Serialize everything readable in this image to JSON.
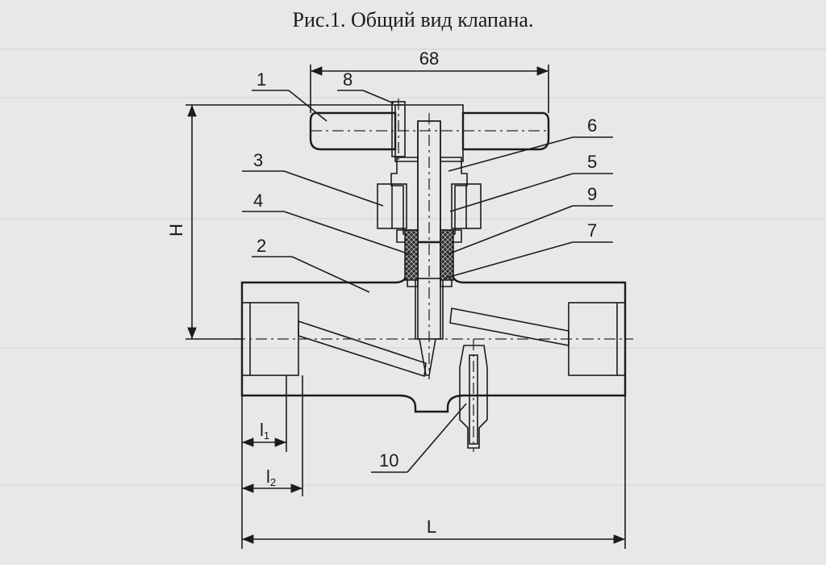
{
  "title": "Рис.1. Общий вид клапана.",
  "dimensions": {
    "width_total": "68",
    "height": "H",
    "length": "L",
    "l1": "l",
    "l1_sub": "1",
    "l2": "l",
    "l2_sub": "2"
  },
  "callouts": [
    "1",
    "2",
    "3",
    "4",
    "5",
    "6",
    "7",
    "8",
    "9",
    "10"
  ],
  "colors": {
    "paper": "#e9e7e9",
    "ink": "#1c1c1c",
    "packing": "#2b2b2b"
  }
}
